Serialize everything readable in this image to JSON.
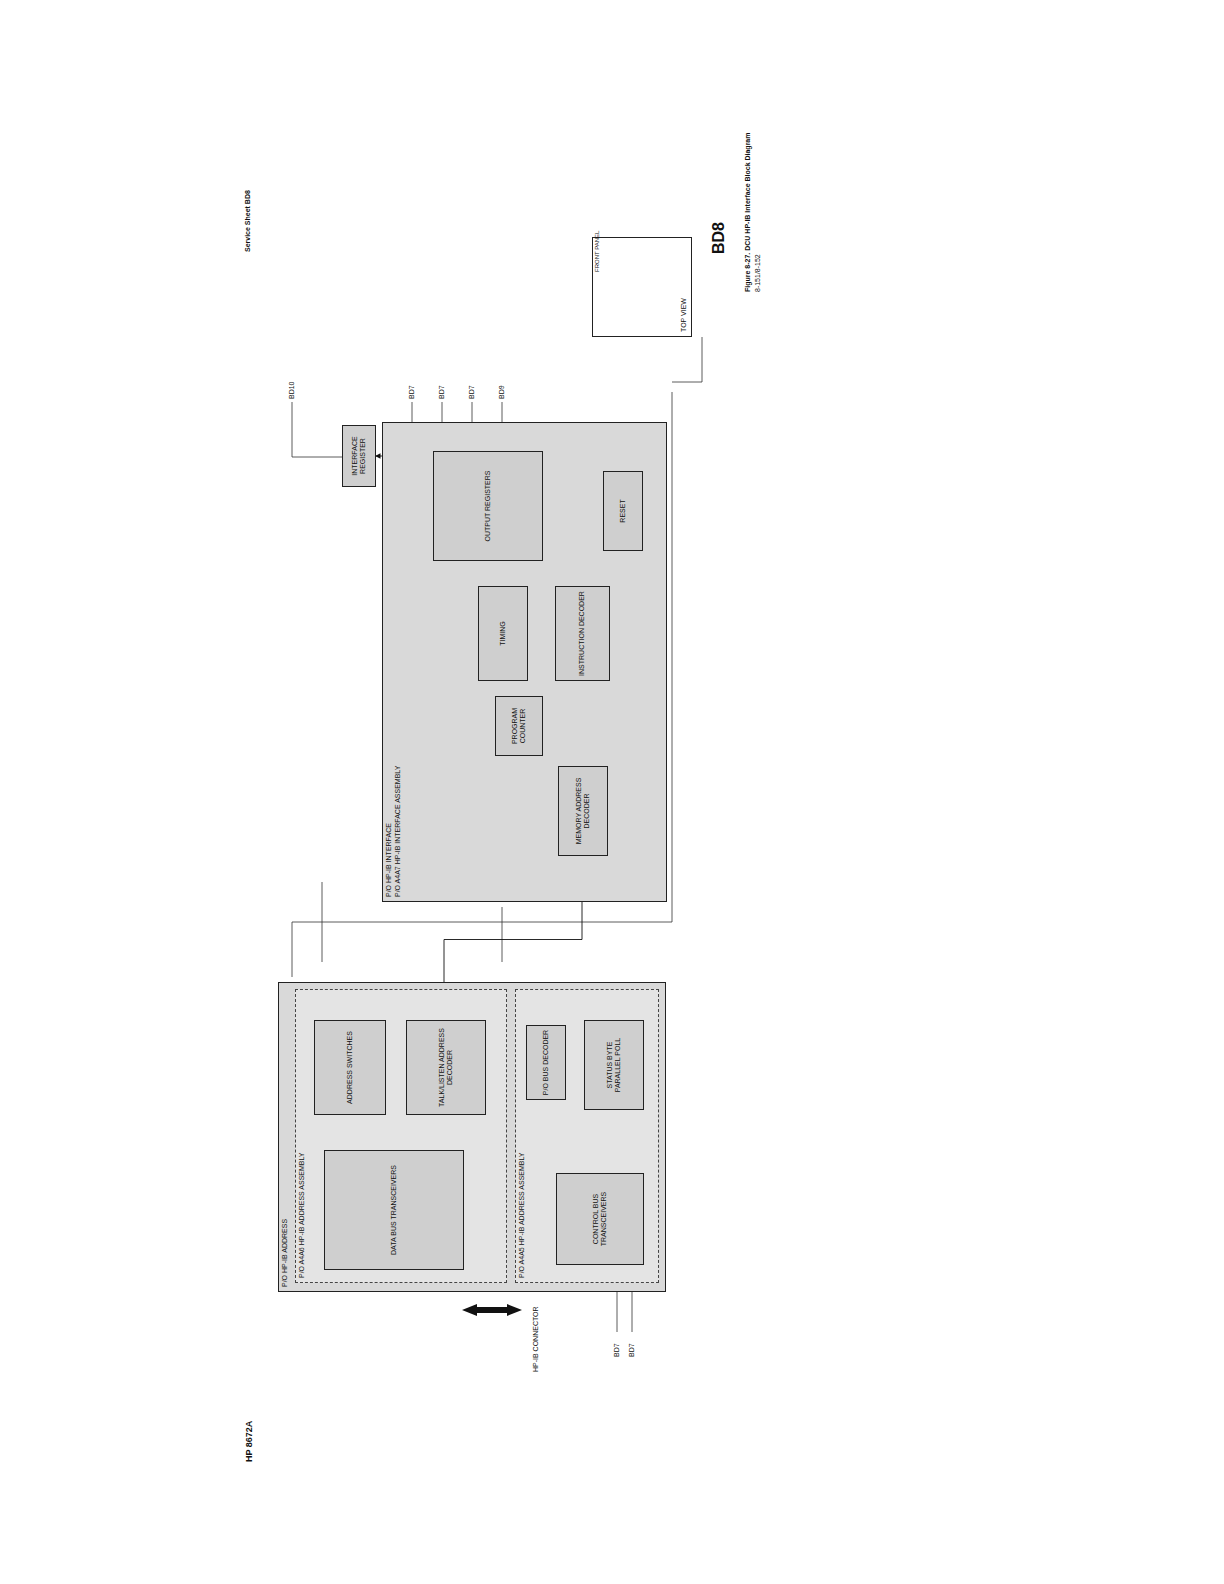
{
  "diagram": {
    "title": "Service Sheet BD8",
    "caption": "Figure 8-27. DCU HP-IB Interface Block Diagram",
    "nodes": [
      {
        "text": [
          "P/O HP-IB ADDRESS"
        ]
      },
      {
        "text": [
          "P/O A4A6 HP-IB ADDRESS ASSEMBLY"
        ],
        "in": 0
      },
      {
        "text": [
          "DATA BUS TRANSCEIVERS"
        ],
        "in": 1
      },
      {
        "text": [
          "ADDRESS SWITCHES"
        ],
        "in": 1
      },
      {
        "text": [
          "TALK/LISTEN ADDRESS DECODER"
        ],
        "in": 1
      },
      {
        "text": [
          "P/O A4A5 HP-IB ADDRESS ASSEMBLY"
        ],
        "in": 0
      },
      {
        "text": [
          "CONTROL BUS TRANSCEIVERS"
        ],
        "in": 5
      },
      {
        "text": [
          "P/O BUS DECODER"
        ],
        "in": 5
      },
      {
        "text": [
          "STATUS BYTE PARALLEL POLL"
        ],
        "in": 5
      },
      {
        "text": [
          "P/O HP-IB INTERFACE",
          "P/O A4A7 HP-IB INTERFACE ASSEMBLY"
        ]
      },
      {
        "text": [
          "MEMORY ADDRESS DECODER"
        ],
        "in": 9
      },
      {
        "text": [
          "PROGRAM COUNTER"
        ],
        "in": 9
      },
      {
        "text": [
          "INSTRUCTION DECODER"
        ],
        "in": 9
      },
      {
        "text": [
          "TIMING"
        ],
        "in": 9
      },
      {
        "text": [
          "OUTPUT REGISTERS"
        ],
        "in": 9
      },
      {
        "text": [
          "RESET"
        ],
        "in": 9
      },
      {
        "text": [
          "INTERFACE REGISTER"
        ]
      },
      {
        "text": [
          "TOP VIEW"
        ]
      }
    ],
    "edges": [
      {
        "from": 2,
        "to": 3,
        "arrow": "to"
      },
      {
        "from": 2,
        "to": 4,
        "arrow": "to"
      },
      {
        "from": 4,
        "to": 7,
        "arrow": "to"
      },
      {
        "from": 6,
        "to": 7,
        "arrow": "to"
      },
      {
        "from": 7,
        "to": 8,
        "arrow": "to"
      },
      {
        "from": 4,
        "to": 10,
        "arrow": "to"
      },
      {
        "from": 10,
        "to": 11,
        "arrow": "to"
      },
      {
        "from": 11,
        "to": 12,
        "arrow": "to"
      },
      {
        "from": 13,
        "to": 14,
        "arrow": "to"
      },
      {
        "from": 12,
        "to": 14,
        "arrow": "to"
      },
      {
        "from": 14,
        "to": 16,
        "arrow": "to"
      }
    ],
    "labels": [
      "HP 8672A",
      "BD8",
      "8-151/8-152",
      "FRONT PANEL",
      "HP-IB CONNECTOR",
      "BD7",
      "BD7",
      "BD7",
      "BD9",
      "BD7",
      "BD7",
      "BD10"
    ]
  }
}
